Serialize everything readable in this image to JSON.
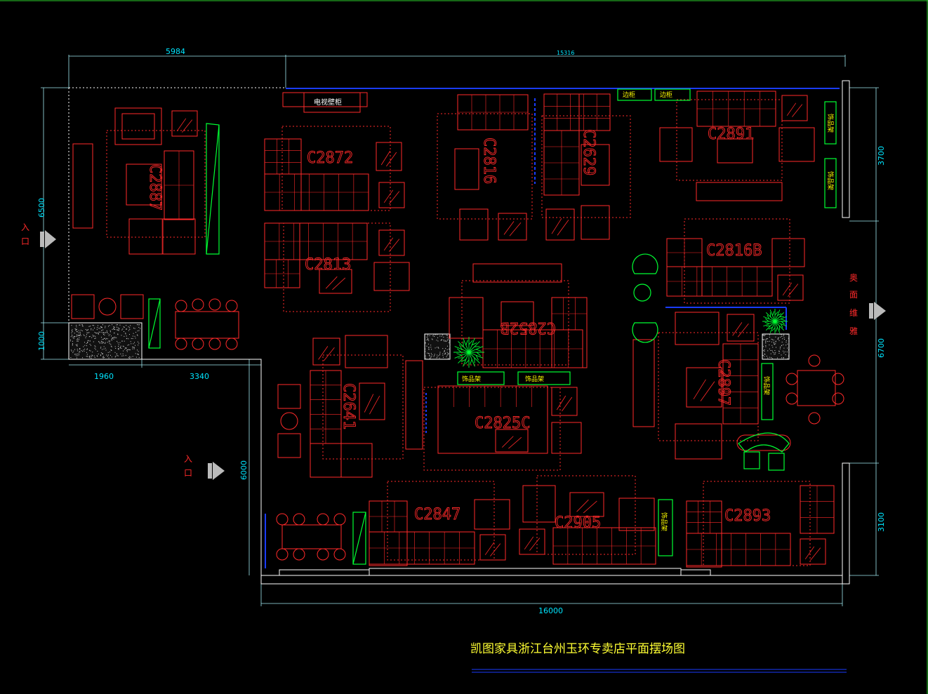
{
  "title": "凯图家具浙江台州玉环专卖店平面摆场图",
  "dimensions": {
    "top_left": "5984",
    "top_total": "15316",
    "left_upper": "6500",
    "left_lower": "1000",
    "bottom_left_a": "1960",
    "bottom_left_b": "3340",
    "left_mid": "6000",
    "bottom_total": "16000",
    "right_top": "3700",
    "right_mid": "6700",
    "right_bottom": "3100"
  },
  "entrance_label": "入口",
  "back_room_label": "奥面维雅",
  "furniture_codes": {
    "c2887": "C2887",
    "c2872": "C2872",
    "c2816": "C2816",
    "c2629": "C2629",
    "c2891": "C2891",
    "c2813": "C2813",
    "c2816b": "C2816B",
    "c2852b": "C2852B",
    "c2641": "C2641",
    "c2825c": "C2825C",
    "c2897": "C2897",
    "c2847": "C2847",
    "c2905": "C2905",
    "c2893": "C2893"
  },
  "labels": {
    "tv_cabinet": "电视壁柜",
    "side_cabinet_1": "边柜",
    "side_cabinet_2": "边柜",
    "decor_shelf_1": "饰品架",
    "decor_shelf_2": "饰品架",
    "decor_shelf_3": "饰品架",
    "decor_shelf_4": "饰品架",
    "decor_shelf_5": "饰品架",
    "decor_shelf_6": "饰品架"
  },
  "colors": {
    "furniture": "#ff2a2a",
    "dimension": "#00e5ff",
    "wall": "#ffffff",
    "window": "#1a3cff",
    "shelf": "#00ff33",
    "title": "#ffff33"
  }
}
